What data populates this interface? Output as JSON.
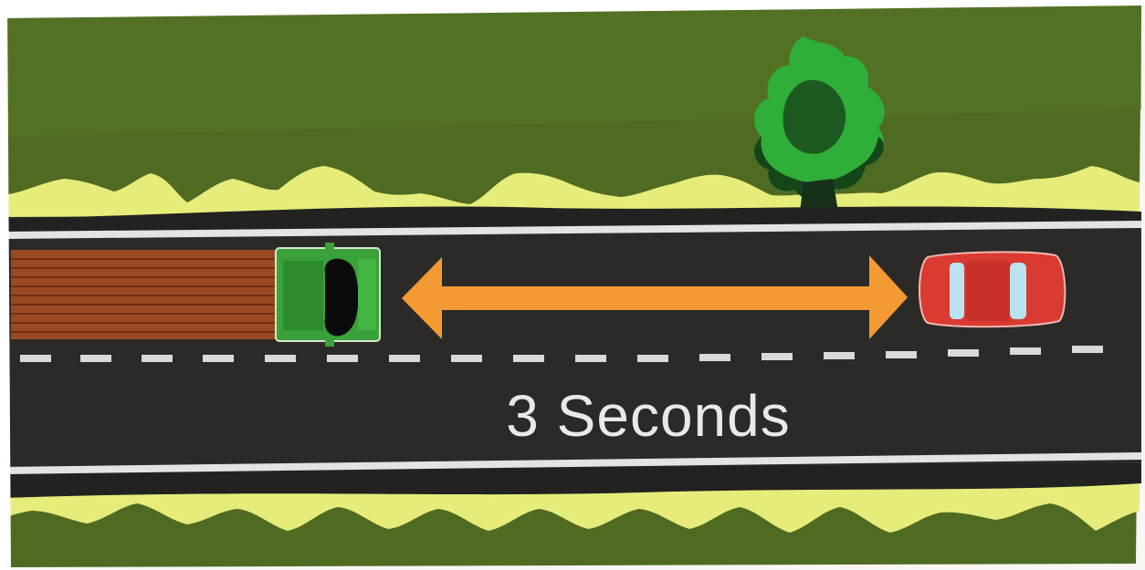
{
  "diagram": {
    "caption": "3 Seconds",
    "subjects": [
      "truck",
      "car",
      "tree",
      "road",
      "distance-arrow"
    ]
  },
  "colors": {
    "grass": "#4f6b22",
    "grass_dark": "#41591b",
    "verge": "#e6ec7a",
    "road": "#2b2a27",
    "road_edge_line": "#e3e3e3",
    "lane_dash": "#d9d9d9",
    "arrow": "#f39a33",
    "truck_cargo": "#9a4a22",
    "truck_cargo_stripe": "#6e2f14",
    "truck_cab": "#3aa13a",
    "car_body": "#d93a32",
    "car_glass": "#b9e3f0",
    "tree_light": "#37b83c",
    "tree_dark": "#14461a",
    "caption_text": "#e9e9e9"
  }
}
